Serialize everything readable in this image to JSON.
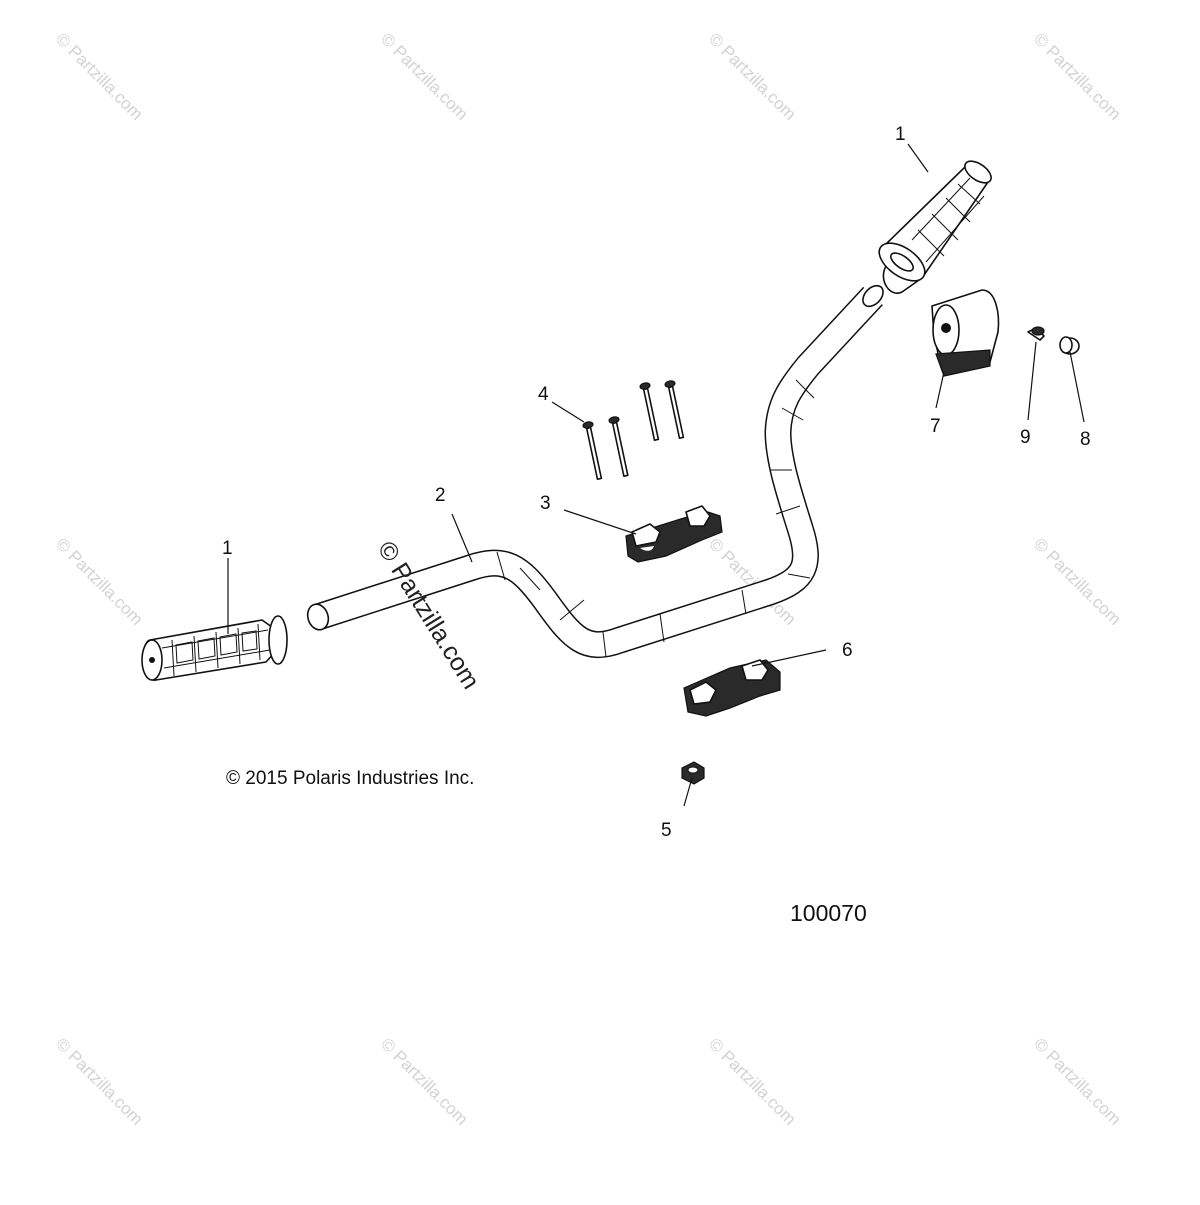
{
  "callouts": {
    "grip_right": "1",
    "grip_left": "1",
    "handlebar": "2",
    "upper_clamp": "3",
    "bolts": "4",
    "nut": "5",
    "lower_clamp": "6",
    "pad": "7",
    "plug_8": "8",
    "plug_9": "9"
  },
  "copyright": "© 2015 Polaris Industries Inc.",
  "diagram_id": "100070",
  "watermark": "© Partzilla.com",
  "watermark_center": "© Partzilla.com",
  "colors": {
    "line": "#111111",
    "watermark": "#d2d2d2",
    "background": "#ffffff"
  }
}
